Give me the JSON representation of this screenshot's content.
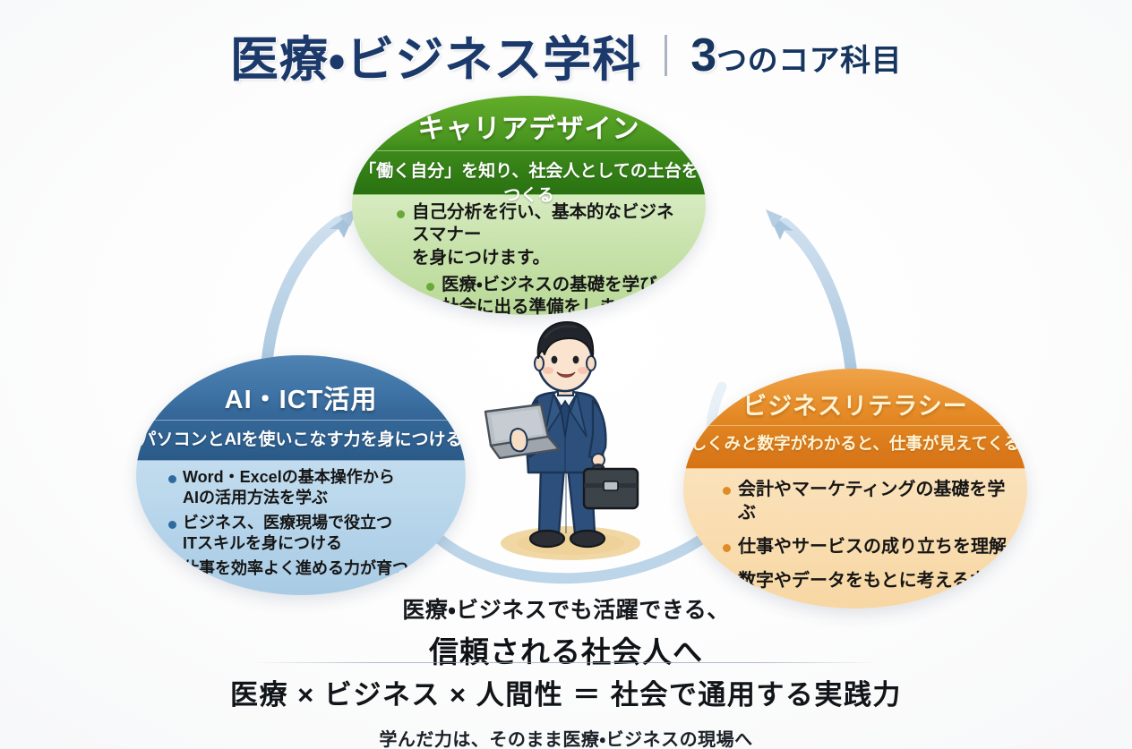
{
  "title": {
    "main": "医療・ビジネス学科",
    "divider": "|",
    "number": "3",
    "sub": "つのコア科目"
  },
  "colors": {
    "title_navy": "#1b3a6b",
    "green_header": "#3f8c1b",
    "green_body": "#cfe7b4",
    "green_bullet": "#6aa83a",
    "blue_header": "#3a6e9f",
    "blue_body": "#bfdaec",
    "blue_bullet": "#2f6a9c",
    "orange_header": "#e18521",
    "orange_body": "#fae1b9",
    "orange_bullet": "#e08a28",
    "arrow": "#b6cfe4",
    "background": "#ffffff"
  },
  "bubbles": {
    "career": {
      "title": "キャリアデザイン",
      "subtitle": "「働く自分」を知り、社会人としての土台をつくる",
      "bullets": [
        "自己分析を行い、基本的なビジネスマナー\nを身につけます。",
        "医療・ビジネスの基礎を学び、\n社会に出る準備をします。"
      ]
    },
    "ict": {
      "title": "AI・ICT活用",
      "subtitle": "パソコンとAIを使いこなす力を身につける",
      "bullets": [
        "Word・Excelの基本操作から\nAIの活用方法を学ぶ",
        "ビジネス、医療現場で役立つ\nITスキルを身につける",
        "仕事を効率よく進める力が育つ"
      ]
    },
    "literacy": {
      "title": "ビジネスリテラシー",
      "subtitle": "しくみと数字がわかると、仕事が見えてくる",
      "bullets": [
        "会計やマーケティングの基礎を学ぶ",
        "仕事やサービスの成り立ちを理解",
        "数字やデータをもとに考える力を養う"
      ]
    }
  },
  "illustration": {
    "subject": "businessman-with-laptop-and-briefcase",
    "suit_color": "#2d4f7c",
    "laptop_color": "#b9bfc6",
    "briefcase_color": "#3c4349"
  },
  "tagline": {
    "line1": "医療・ビジネスでも活躍できる、",
    "line2": "信頼される社会人へ"
  },
  "formula": {
    "text": "医療 × ビジネス × 人間性 ＝ 社会で通用する実践力",
    "footnote": "学んだ力は、そのまま医療・ビジネスの現場へ"
  }
}
